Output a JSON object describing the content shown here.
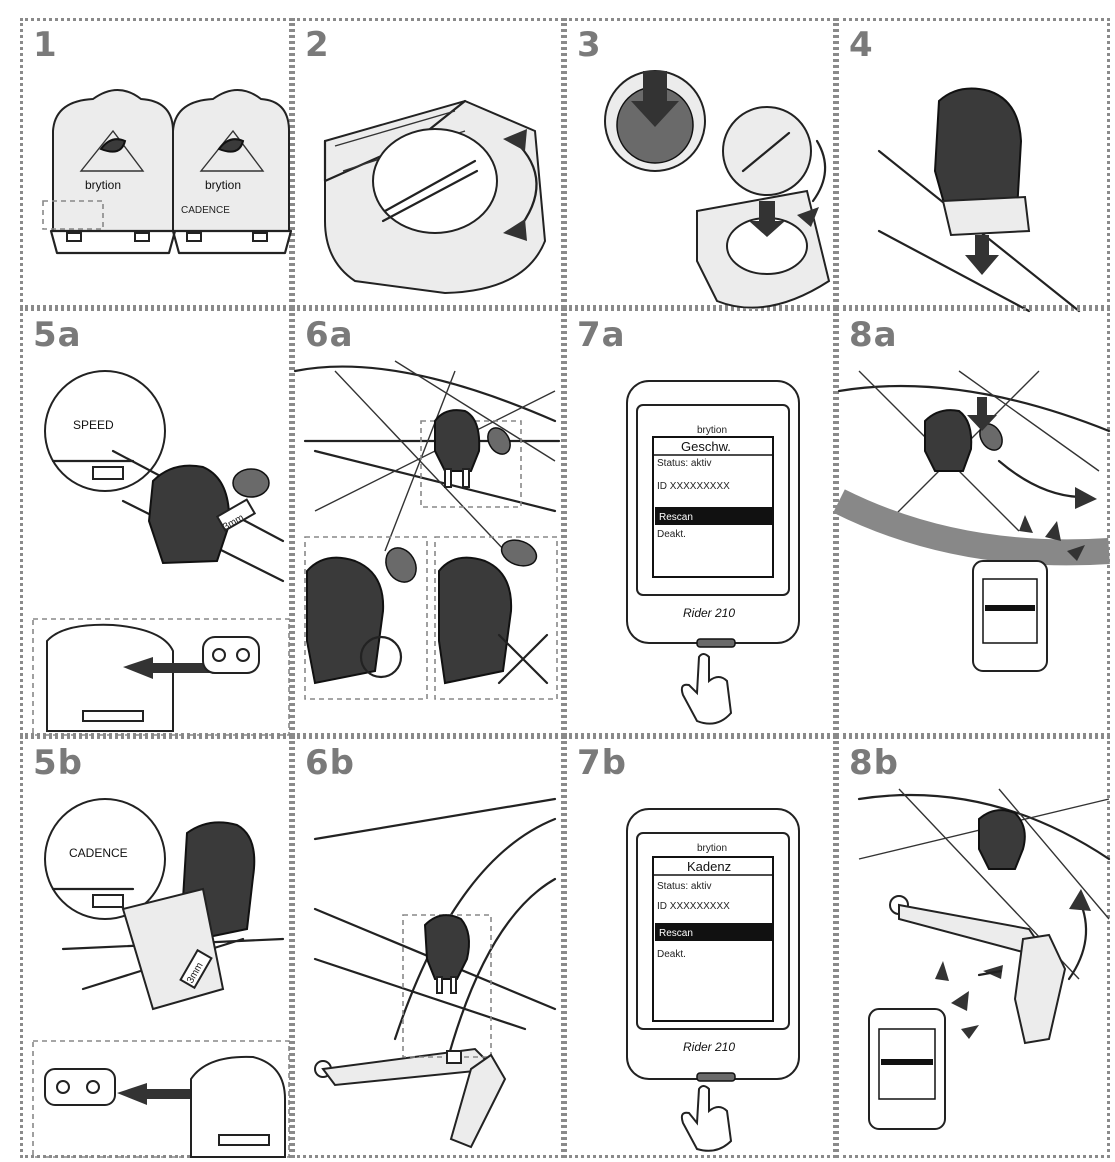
{
  "steps": [
    "1",
    "2",
    "3",
    "4",
    "5a",
    "6a",
    "7a",
    "8a",
    "5b",
    "6b",
    "7b",
    "8b"
  ],
  "brand": "brytion",
  "labels": {
    "s1_left_logo": "brytion",
    "s1_right_logo": "brytion",
    "s1_right_tag": "CADENCE",
    "s5a_tag": "SPEED",
    "s5a_gap": "3mm",
    "s5b_tag": "CADENCE",
    "s5b_gap": "3mm"
  },
  "device7a": {
    "brand": "brytion",
    "title": "Geschw.",
    "rows": [
      "Status: aktiv",
      "ID XXXXXXXXX"
    ],
    "selected": "Rescan",
    "next": "Deakt.",
    "model": "Rider 210"
  },
  "device7b": {
    "brand": "brytion",
    "title": "Kadenz",
    "rows": [
      "Status: aktiv",
      "ID XXXXXXXXX"
    ],
    "selected": "Rescan",
    "next": "Deakt.",
    "model": "Rider 210"
  }
}
